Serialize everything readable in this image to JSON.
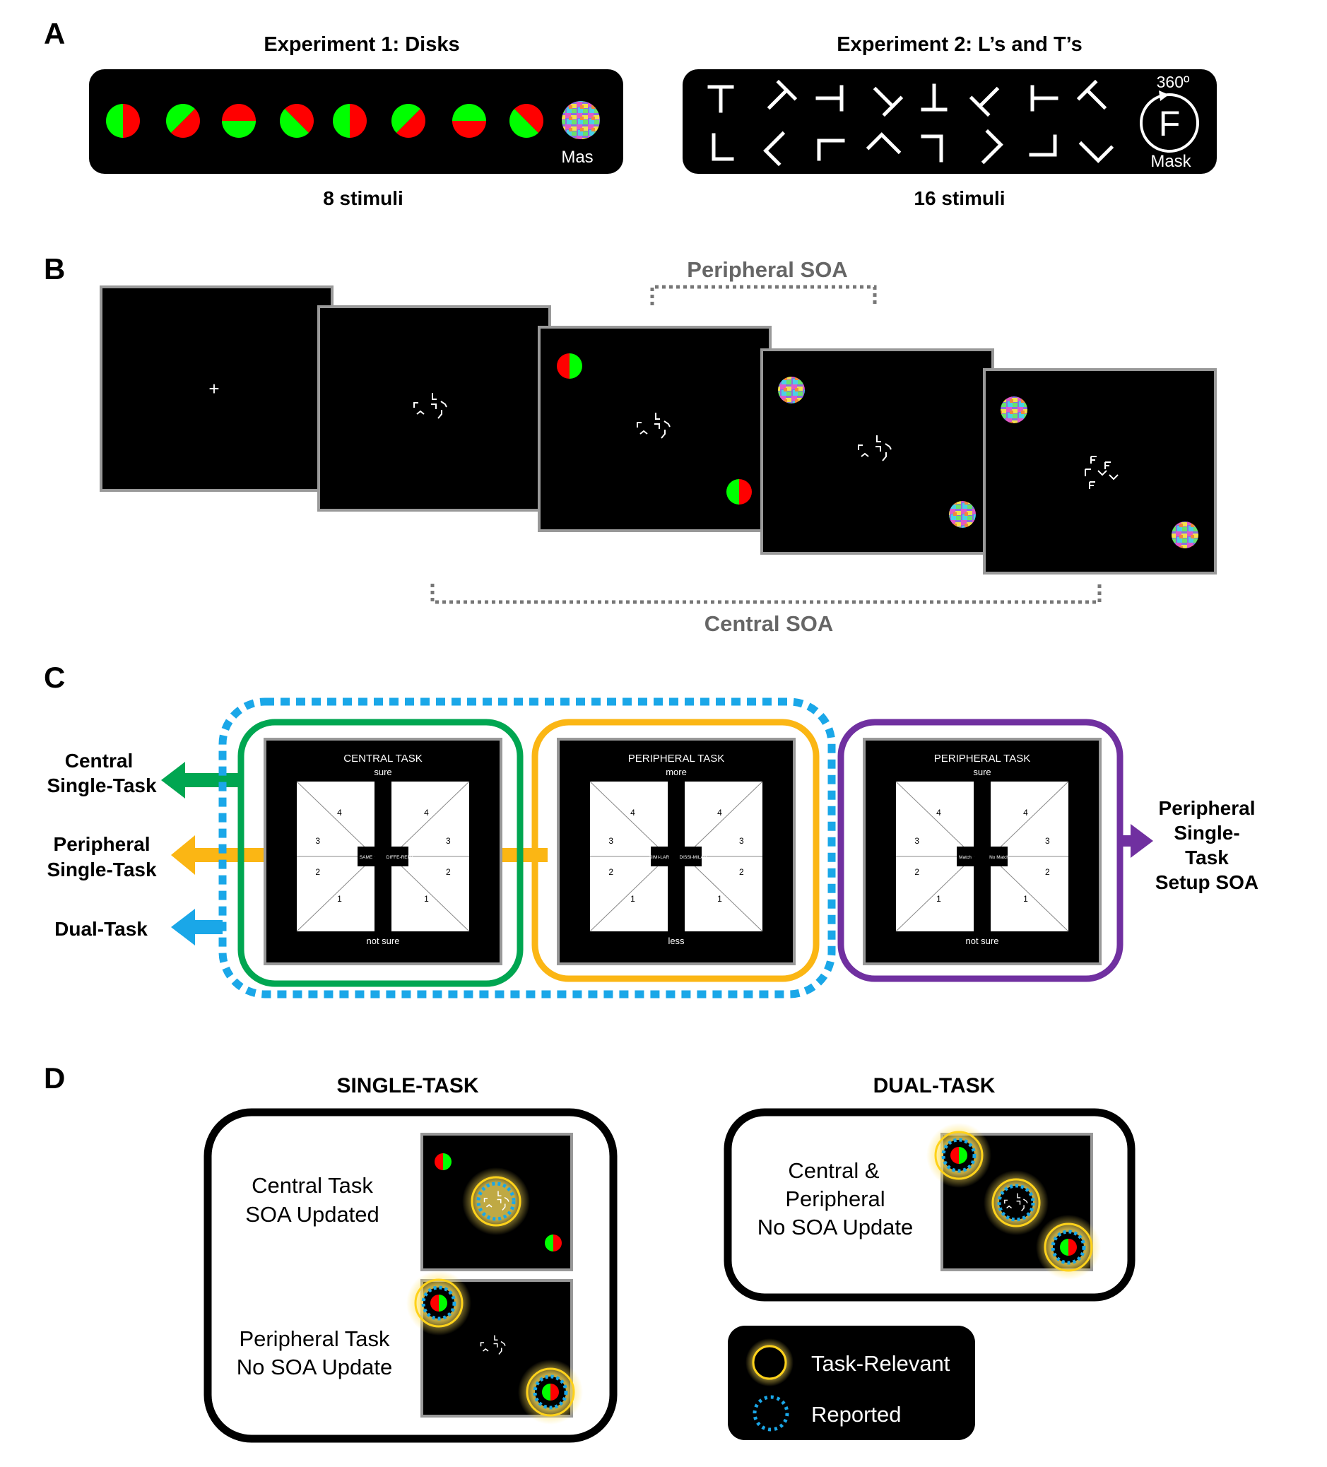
{
  "panel_letters": {
    "a": "A",
    "b": "B",
    "c": "C",
    "d": "D"
  },
  "panelA": {
    "exp1_title": "Experiment  1: Disks",
    "exp2_title": "Experiment  2: L’s and T’s",
    "exp1_count": "8 stimuli",
    "exp2_count": "16 stimuli",
    "exp1_mask_label": "Mas",
    "exp2_mask_label": "Mask",
    "rotation_label": "360º",
    "mask_letter": "F",
    "disk_colors": {
      "red": "#ff0000",
      "green": "#00ff00"
    },
    "letters_row1": [
      "T",
      "↗",
      "⊣",
      "↘",
      "⊥",
      "↙",
      "⊢",
      "↖"
    ],
    "letters_row2": [
      "L",
      "<",
      "⌐",
      "^",
      "˥",
      ">",
      "⌟",
      "v"
    ]
  },
  "panelB": {
    "fixation": "+",
    "peripheral_soa": "Peripheral  SOA",
    "central_soa": "Central  SOA"
  },
  "panelC": {
    "left_labels": [
      {
        "line1": "Central",
        "line2": "Single-Task",
        "color": "#00a651"
      },
      {
        "line1": "Peripheral",
        "line2": "Single-Task",
        "color": "#fbb614"
      },
      {
        "line1": "Dual-Task",
        "line2": "",
        "color": "#1aa7e8"
      }
    ],
    "right_label": [
      "Peripheral",
      "Single-",
      "Task",
      "Setup SOA"
    ],
    "right_color": "#7030a0",
    "screens": [
      {
        "title": "CENTRAL TASK",
        "top": "sure",
        "bottom": "not sure",
        "left_btn": "SAME",
        "right_btn": "DIFFE-RENT"
      },
      {
        "title": "PERIPHERAL TASK",
        "top": "more",
        "bottom": "less",
        "left_btn": "SIMI-LAR",
        "right_btn": "DISSI-MILAR"
      },
      {
        "title": "PERIPHERAL TASK",
        "top": "sure",
        "bottom": "not sure",
        "left_btn": "Match",
        "right_btn": "No Match"
      }
    ],
    "numbers": [
      "4",
      "3",
      "2",
      "1"
    ]
  },
  "panelD": {
    "single_title": "SINGLE-TASK",
    "dual_title": "DUAL-TASK",
    "central_updated": [
      "Central Task",
      "SOA Updated"
    ],
    "peripheral_no_update": [
      "Peripheral Task",
      "No SOA Update"
    ],
    "dual_text": [
      "Central &",
      "Peripheral",
      "No SOA Update"
    ],
    "legend_relevant": "Task-Relevant",
    "legend_reported": "Reported"
  }
}
